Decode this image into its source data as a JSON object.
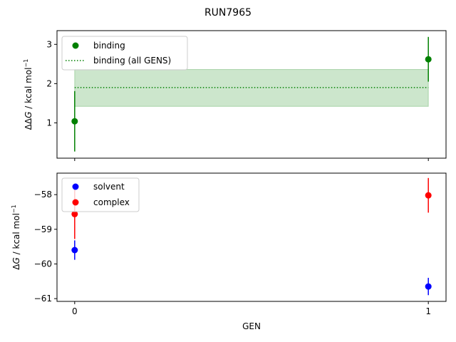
{
  "title": "RUN7965",
  "xlabel": "GEN",
  "chart_data": [
    {
      "type": "scatter",
      "panel": "top",
      "xlim": [
        -0.05,
        1.05
      ],
      "ylim": [
        0.1,
        3.35
      ],
      "yticks": [
        1,
        2,
        3
      ],
      "xticks": [
        0,
        1
      ],
      "ylabel_html": "ΔΔG / kcal mol⁻¹",
      "ylabel": {
        "prefix": "ΔΔ",
        "var": "G",
        "unit": " / kcal mol",
        "sup": "−1"
      },
      "legend_position": "upper-left",
      "series": [
        {
          "name": "binding",
          "color": "#008000",
          "x": [
            0,
            1
          ],
          "y": [
            1.04,
            2.62
          ],
          "yerr": [
            0.77,
            0.57
          ]
        }
      ],
      "line": {
        "name": "binding (all GENS)",
        "color": "#008000",
        "style": "dotted",
        "y": 1.9,
        "band": [
          1.42,
          2.36
        ],
        "band_color": "#008000",
        "x_range": [
          0,
          1
        ]
      }
    },
    {
      "type": "scatter",
      "panel": "bottom",
      "xlim": [
        -0.05,
        1.05
      ],
      "ylim": [
        -61.08,
        -57.38
      ],
      "yticks": [
        -58,
        -59,
        -60,
        -61
      ],
      "xticks": [
        0,
        1
      ],
      "ylabel": {
        "prefix": "Δ",
        "var": "G",
        "unit": " / kcal mol",
        "sup": "−1"
      },
      "legend_position": "upper-left",
      "series": [
        {
          "name": "solvent",
          "color": "#0000ff",
          "x": [
            0,
            1
          ],
          "y": [
            -59.6,
            -60.65
          ],
          "yerr": [
            0.28,
            0.25
          ]
        },
        {
          "name": "complex",
          "color": "#ff0000",
          "x": [
            0,
            1
          ],
          "y": [
            -58.56,
            -58.02
          ],
          "yerr": [
            0.72,
            0.5
          ]
        }
      ]
    }
  ]
}
